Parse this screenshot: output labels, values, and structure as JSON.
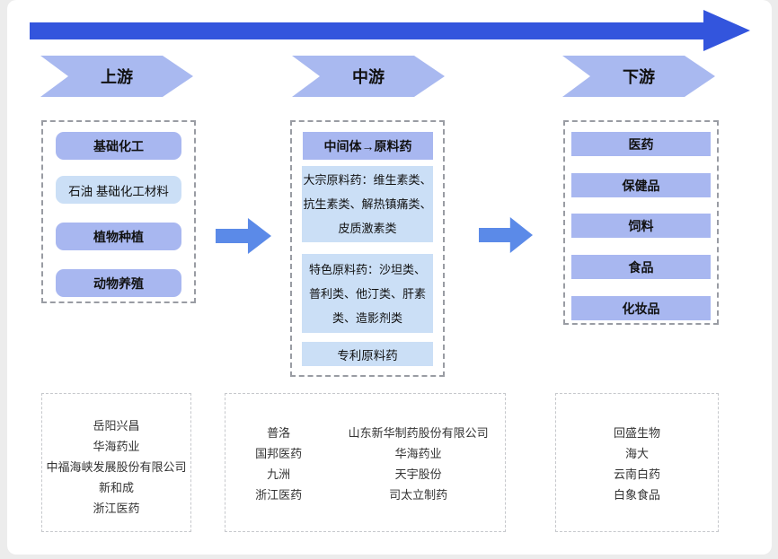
{
  "colors": {
    "page_bg": "#ececec",
    "card_bg": "#ffffff",
    "top_arrow": "#3355dd",
    "stage_arrow": "#a9b9f0",
    "item_dark": "#a8b7f0",
    "item_light": "#cbdff6",
    "flow_arrow": "#5b8ae8"
  },
  "stages": [
    {
      "label": "上游",
      "items": [
        "基础化工",
        "石油 基础化工材料",
        "植物种植",
        "动物养殖"
      ],
      "companies": [
        "岳阳兴昌",
        "华海药业",
        "中福海峡发展股份有限公司",
        "新和成",
        "浙江医药"
      ]
    },
    {
      "label": "中游",
      "items": [
        "中间体→原料药",
        "大宗原料药：维生素类、\n抗生素类、解热镇痛类、\n皮质激素类",
        "特色原料药：沙坦类、\n普利类、他汀类、肝素\n类、造影剂类",
        "专利原料药"
      ],
      "companies_left": [
        "普洛",
        "国邦医药",
        "九洲",
        "浙江医药"
      ],
      "companies_right": [
        "山东新华制药股份有限公司",
        "华海药业",
        "天宇股份",
        "司太立制药"
      ]
    },
    {
      "label": "下游",
      "items": [
        "医药",
        "保健品",
        "饲料",
        "食品",
        "化妆品"
      ],
      "companies": [
        "回盛生物",
        "海大",
        "云南白药",
        "白象食品"
      ]
    }
  ]
}
